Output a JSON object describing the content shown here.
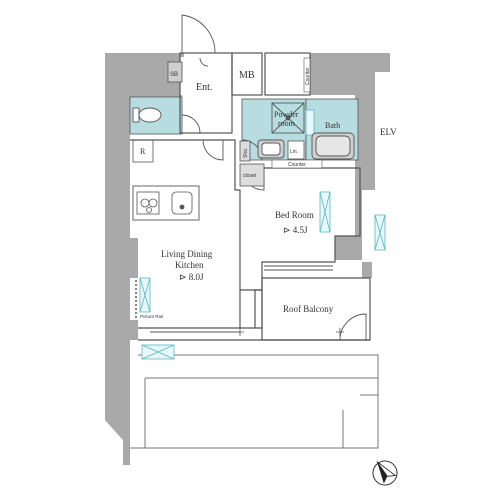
{
  "rooms": {
    "entrance": "Ent.",
    "mb": "MB",
    "sb": "SB",
    "powder_room_line1": "Powder",
    "powder_room_line2": "room",
    "bath": "Bath",
    "shoes": "Sho.",
    "linen": "Lin.",
    "counter_top": "Counter",
    "counter_side": "Counter",
    "closet": "closet",
    "refrigerator": "R",
    "bedroom": "Bed Room",
    "bedroom_area": "4.5J",
    "living_line1": "Living Dining",
    "living_line2": "Kitchen",
    "living_area": "8.0J",
    "picture_rail": "Picture Rail",
    "roof_balcony": "Roof Balcony",
    "elv": "ELV"
  },
  "colors": {
    "wall": "#a9a9a9",
    "wet_area": "#b7dde0",
    "bath_fixture": "#cfcfcf",
    "window": "#8fd4dc",
    "outline": "#555555"
  },
  "icons": {
    "compass": "north-arrow-icon",
    "stove": "stove-icon",
    "sink": "sink-icon",
    "toilet": "toilet-icon",
    "bathtub": "bathtub-icon"
  }
}
